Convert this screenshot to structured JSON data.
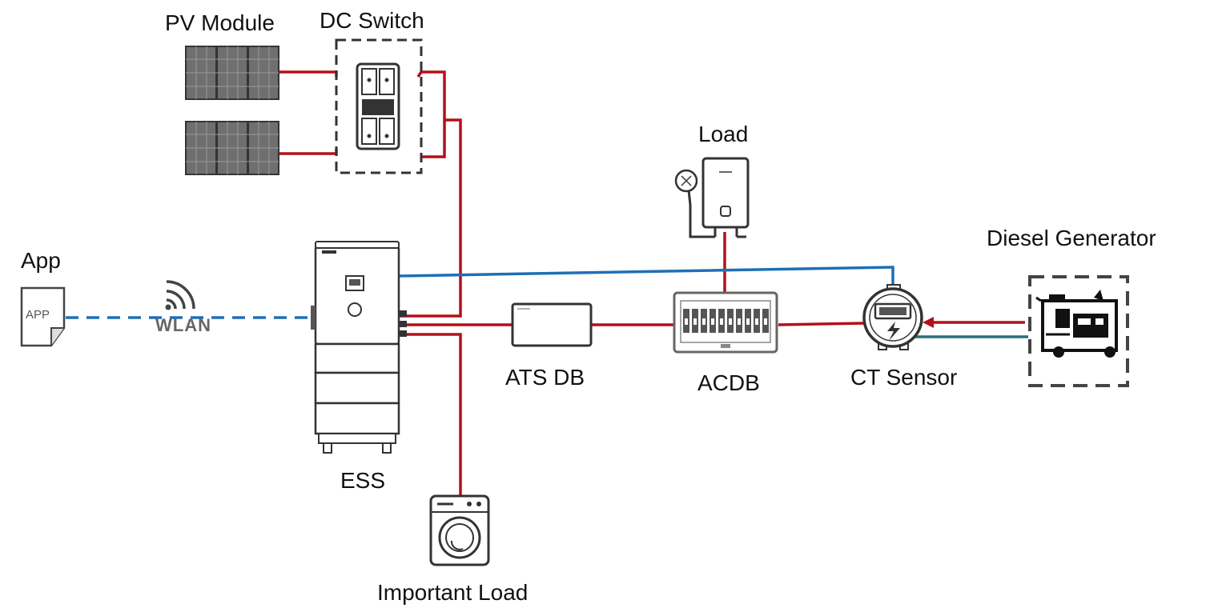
{
  "labels": {
    "pv_module": "PV Module",
    "dc_switch": "DC Switch",
    "load": "Load",
    "diesel_generator": "Diesel Generator",
    "app": "App",
    "app_icon_text": "APP",
    "wlan": "WLAN",
    "ess": "ESS",
    "ats_db": "ATS DB",
    "acdb": "ACDB",
    "ct_sensor": "CT Sensor",
    "important_load": "Important Load"
  },
  "colors": {
    "power_line": "#b3101a",
    "comm_line": "#1f6fb5",
    "gen_comm_line": "#2a6f7a",
    "outline": "#333333",
    "panel": "#6f6f6f"
  },
  "icons": {
    "pv_module": "solar-panel-icon",
    "dc_switch": "dc-switch-icon",
    "load": "water-heater-icon",
    "generator": "diesel-generator-icon",
    "app": "app-document-icon",
    "wlan": "wifi-icon",
    "ess": "battery-storage-icon",
    "ats": "ats-box-icon",
    "acdb": "distribution-board-icon",
    "ct": "ct-meter-icon",
    "important_load": "washing-machine-icon"
  }
}
